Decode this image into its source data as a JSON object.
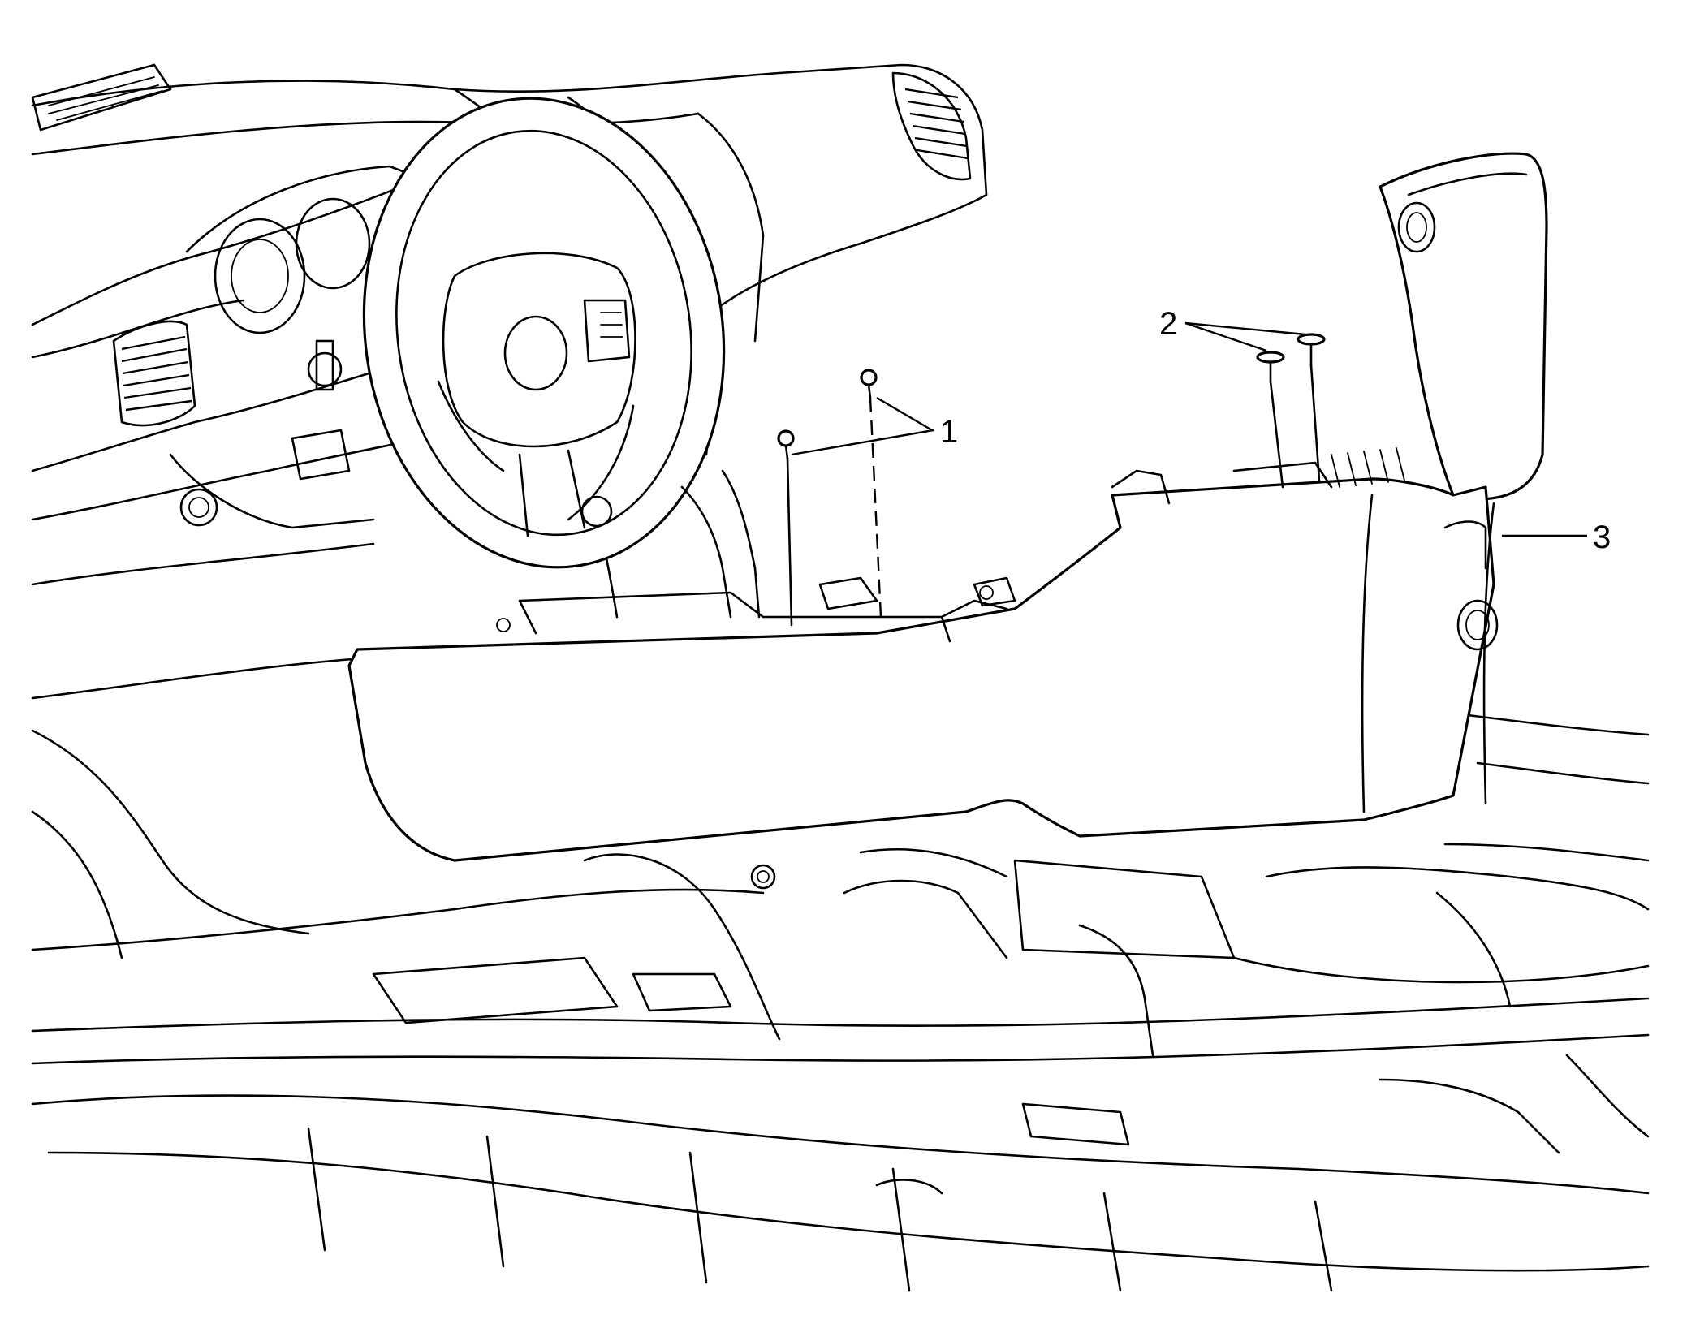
{
  "callouts": {
    "c1": "1",
    "c2": "2",
    "c3": "3"
  },
  "parts": {
    "fasteners_1": "screw-icon",
    "fasteners_2": "pushpin-icon",
    "console": "floor-console-icon"
  }
}
